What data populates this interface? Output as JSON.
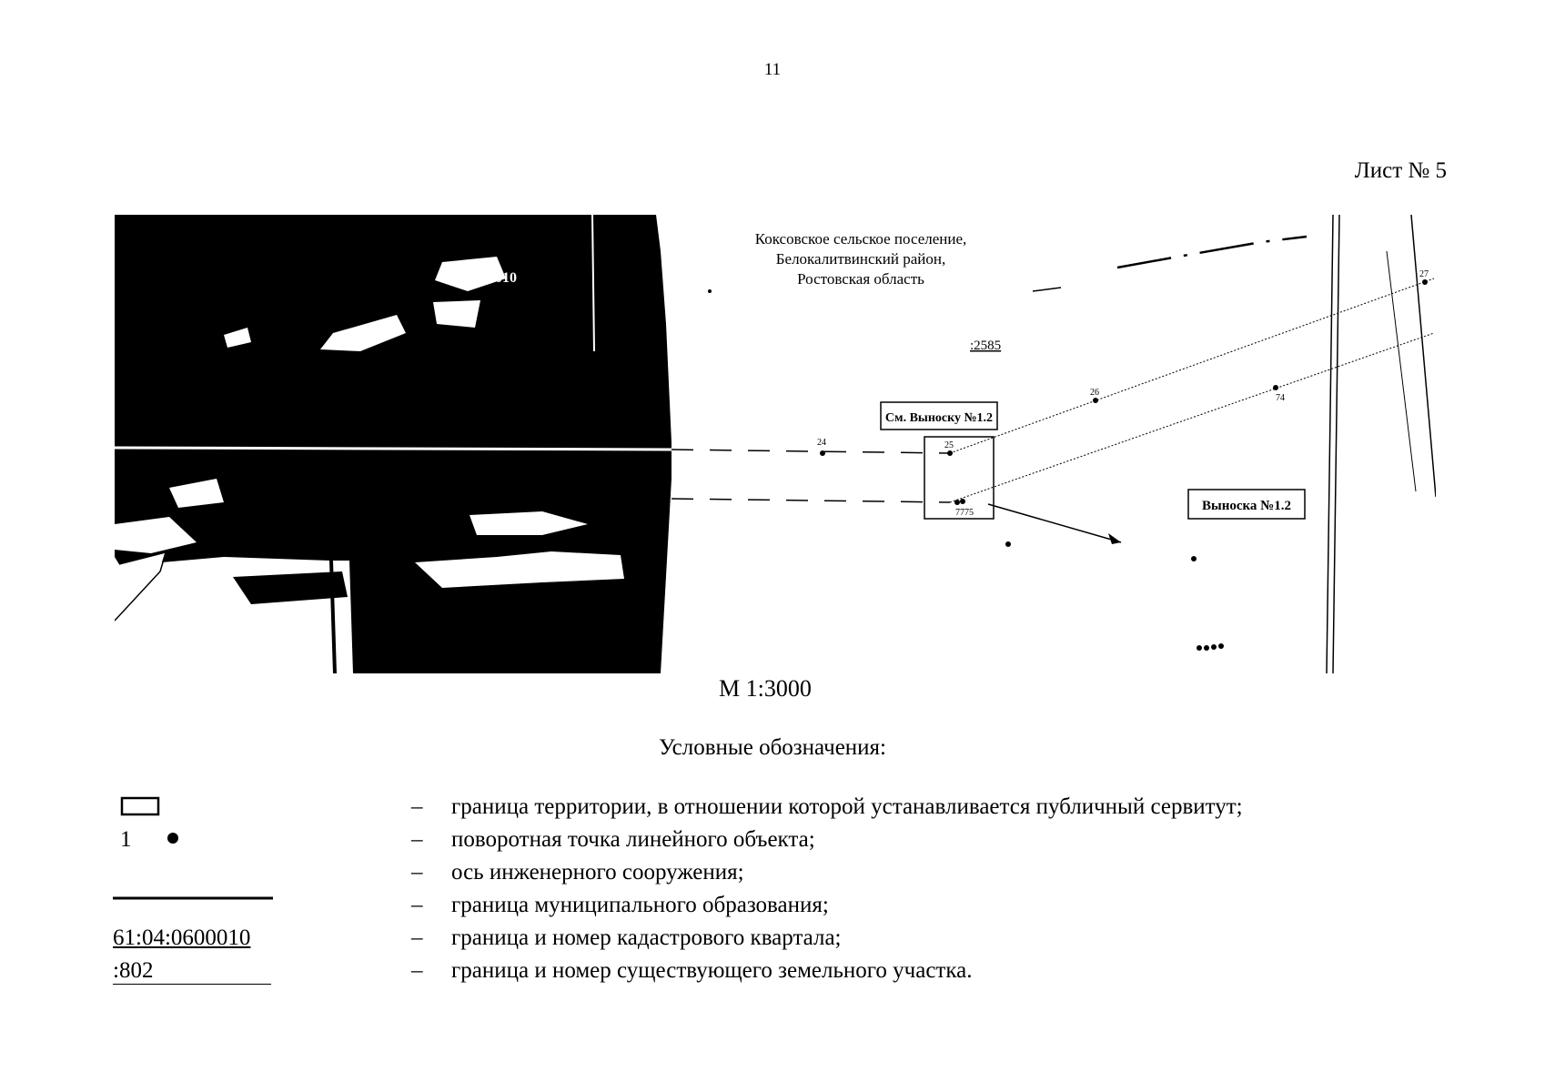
{
  "page": {
    "number": "11",
    "sheet": "Лист № 5"
  },
  "map": {
    "region_lines": [
      "Коксовское сельское поселение,",
      "Белокалитвинский район,",
      "Ростовская область"
    ],
    "quarter_fragment": "0010",
    "parcel_label": ":2585",
    "callout_ref": "См. Выноску №1.2",
    "callout_box": "Выноска №1.2",
    "points": [
      {
        "label": "24"
      },
      {
        "label": "25"
      },
      {
        "label": "26"
      },
      {
        "label": "27"
      },
      {
        "label": "74"
      },
      {
        "label": "7775"
      }
    ],
    "colors": {
      "ink": "#000000",
      "paper": "#ffffff"
    },
    "scale": "М 1:3000"
  },
  "legend": {
    "title": "Условные обозначения:",
    "dash": "–",
    "point_symbol_number": "1",
    "quarter_number": "61:04:0600010",
    "parcel_number": ":802",
    "items": [
      "граница территории, в отношении которой устанавливается публичный сервитут;",
      "поворотная точка линейного объекта;",
      "ось инженерного сооружения;",
      "граница муниципального образования;",
      "граница и номер кадастрового квартала;",
      "граница и номер существующего земельного участка."
    ]
  }
}
